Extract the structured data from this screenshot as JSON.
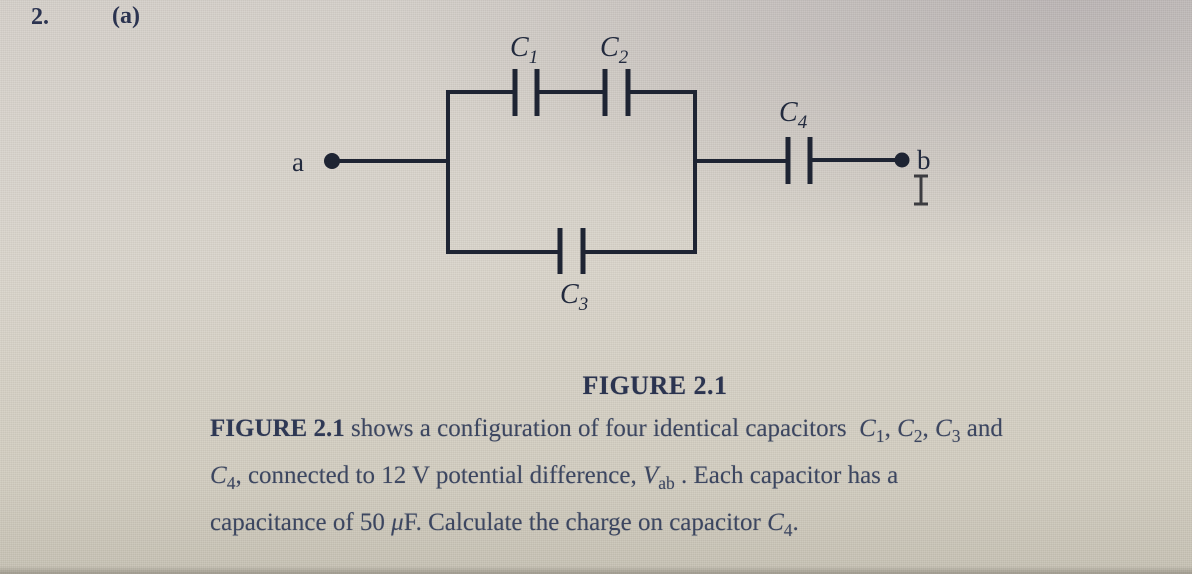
{
  "page": {
    "question_number": "2.",
    "part_label": "(a)"
  },
  "colors": {
    "circuit_ink": "#1e2433",
    "heading_text": "#2b3350",
    "body_text": "#3c4660",
    "background_warm": "#d9d4ca",
    "background_cool": "#c6c0c0"
  },
  "icons": {
    "text_cursor": "i-beam-text-cursor",
    "node_dot": "filled-circle-terminal"
  },
  "circuit": {
    "node_a": "a",
    "node_b": "b",
    "capacitors": [
      {
        "base": "C",
        "sub": "1"
      },
      {
        "base": "C",
        "sub": "2"
      },
      {
        "base": "C",
        "sub": "3"
      },
      {
        "base": "C",
        "sub": "4"
      }
    ]
  },
  "figure": {
    "caption": "FIGURE 2.1"
  },
  "problem": {
    "l1": {
      "bold": "FIGURE 2.1",
      "s1": " shows a configuration of four identical capacitors  ",
      "c1b": "C",
      "c1s": "1",
      "sep1": ", ",
      "c2b": "C",
      "c2s": "2",
      "sep2": ", ",
      "c3b": "C",
      "c3s": "3",
      "s2": " and"
    },
    "l2": {
      "c4b": "C",
      "c4s": "4",
      "s1": ", connected to 12 V potential difference, ",
      "vb": "V",
      "vs": "ab",
      "s2": " . Each capacitor has a"
    },
    "l3": {
      "s1": "capacitance of 50 ",
      "mu": "μ",
      "s2": "F. Calculate the charge on capacitor ",
      "c4b": "C",
      "c4s": "4",
      "s3": "."
    }
  }
}
